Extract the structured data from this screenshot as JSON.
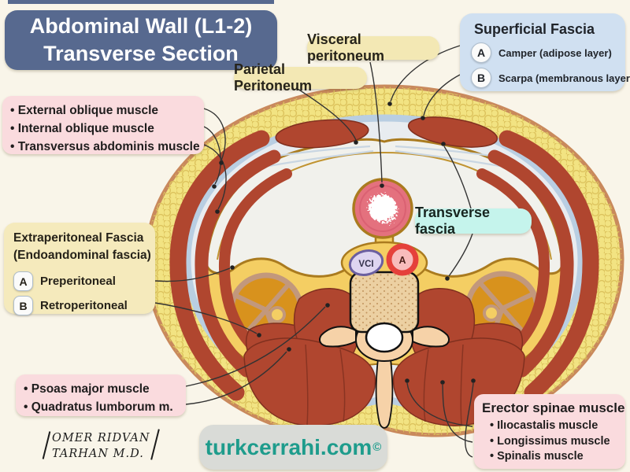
{
  "title": {
    "line1": "Abdominal Wall (L1-2)",
    "line2": "Transverse Section"
  },
  "labels": {
    "visceral": "Visceral peritoneum",
    "parietal": "Parietal Peritoneum",
    "transverse_fascia": "Transverse fascia"
  },
  "superficial_fascia": {
    "title": "Superficial Fascia",
    "items": [
      {
        "badge": "A",
        "text": "Camper (adipose layer)"
      },
      {
        "badge": "B",
        "text": "Scarpa (membranous layer"
      }
    ]
  },
  "lateral_muscles": {
    "items": [
      "External oblique muscle",
      "Internal oblique muscle",
      "Transversus abdominis muscle"
    ]
  },
  "extraperitoneal": {
    "title_line1": "Extraperitoneal Fascia",
    "title_line2": "(Endoandominal fascia)",
    "items": [
      {
        "badge": "A",
        "text": "Preperitoneal"
      },
      {
        "badge": "B",
        "text": "Retroperitoneal"
      }
    ]
  },
  "posterior_muscles": {
    "items": [
      "Psoas major muscle",
      "Quadratus lumborum m."
    ]
  },
  "erector_spinae": {
    "title": "Erector spinae muscle",
    "items": [
      "Ilıocastalis muscle",
      "Longissimus muscle",
      "Spinalis muscle"
    ]
  },
  "vessels": {
    "vena_cava": "VCI",
    "aorta": "A"
  },
  "signature": {
    "line1": "OMER RIDVAN",
    "line2": "TARHAN M.D."
  },
  "watermark": {
    "site": "turkcerrahi.com",
    "symbol": "©"
  },
  "colors": {
    "title_bg": "#57698f",
    "pink_box": "#fadbde",
    "yellow_label": "#f3e8b4",
    "yellow_box": "#f5eabc",
    "blue_box": "#d0e0f1",
    "cyan_label": "#c5f4ec",
    "teal_text": "#1e9c8c",
    "muscle": "#b0462f",
    "fat": "#f2e382",
    "retro_fat": "#f4ce63",
    "peritoneum_line": "#aa7b1f",
    "skin": "#c9895c"
  }
}
